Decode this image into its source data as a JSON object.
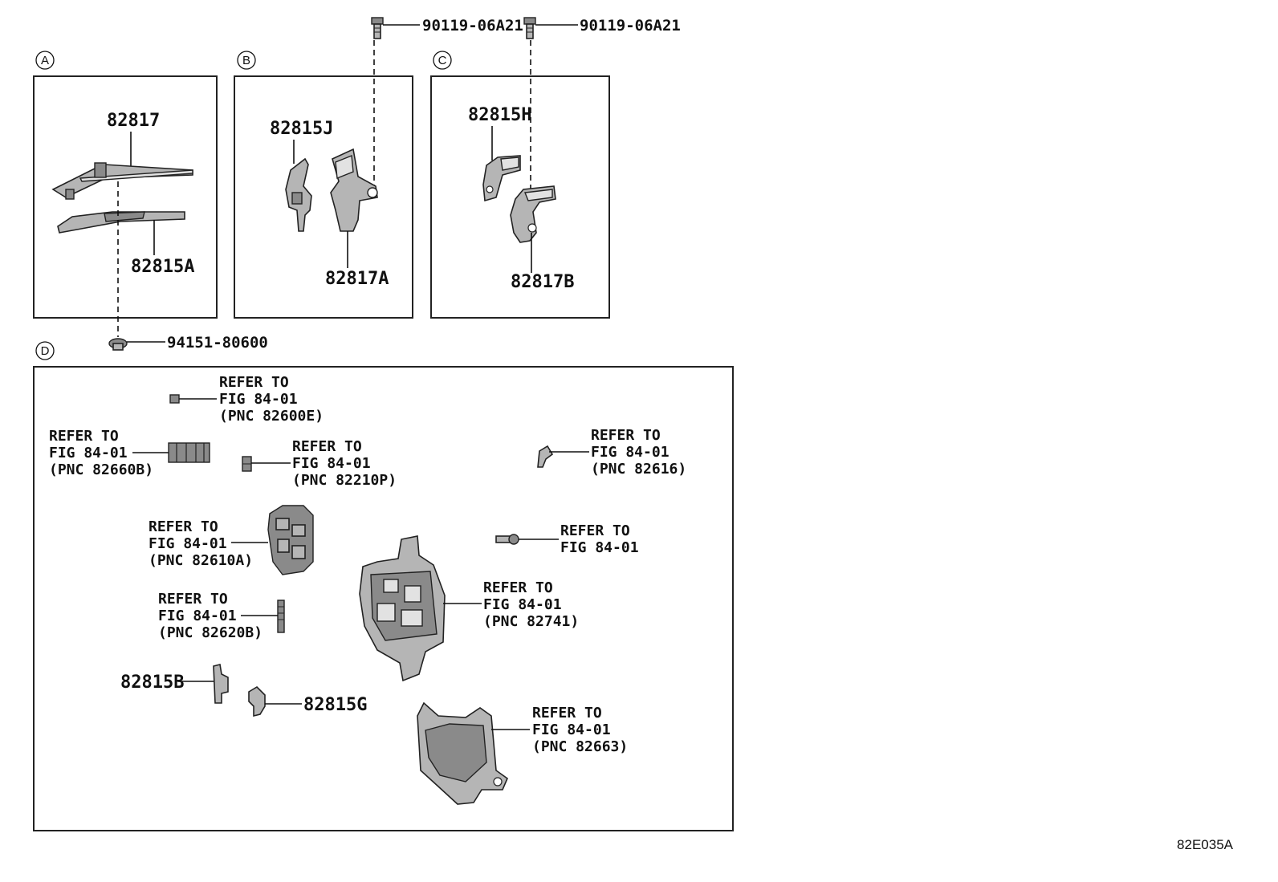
{
  "fasteners": {
    "bolt1": "90119-06A21",
    "bolt2": "90119-06A21",
    "clip": "94151-80600"
  },
  "sections": {
    "a": {
      "letter": "A",
      "parts": [
        "82817",
        "82815A"
      ]
    },
    "b": {
      "letter": "B",
      "parts": [
        "82815J",
        "82817A"
      ]
    },
    "c": {
      "letter": "C",
      "parts": [
        "82815H",
        "82817B"
      ]
    },
    "d": {
      "letter": "D"
    }
  },
  "refs": {
    "r1": [
      "REFER TO",
      "FIG 84-01",
      "(PNC 82600E)"
    ],
    "r2": [
      "REFER TO",
      "FIG 84-01",
      "(PNC 82660B)"
    ],
    "r3": [
      "REFER TO",
      "FIG 84-01",
      "(PNC 82210P)"
    ],
    "r4": [
      "REFER TO",
      "FIG 84-01",
      "(PNC 82616)"
    ],
    "r5": [
      "REFER TO",
      "FIG 84-01",
      "(PNC 82610A)"
    ],
    "r6": [
      "REFER TO",
      "FIG 84-01"
    ],
    "r7": [
      "REFER TO",
      "FIG 84-01",
      "(PNC 82741)"
    ],
    "r8": [
      "REFER TO",
      "FIG 84-01",
      "(PNC 82620B)"
    ],
    "r9": [
      "REFER TO",
      "FIG 84-01",
      "(PNC 82663)"
    ]
  },
  "d_parts": {
    "p1": "82815B",
    "p2": "82815G"
  },
  "figure_code": "82E035A"
}
